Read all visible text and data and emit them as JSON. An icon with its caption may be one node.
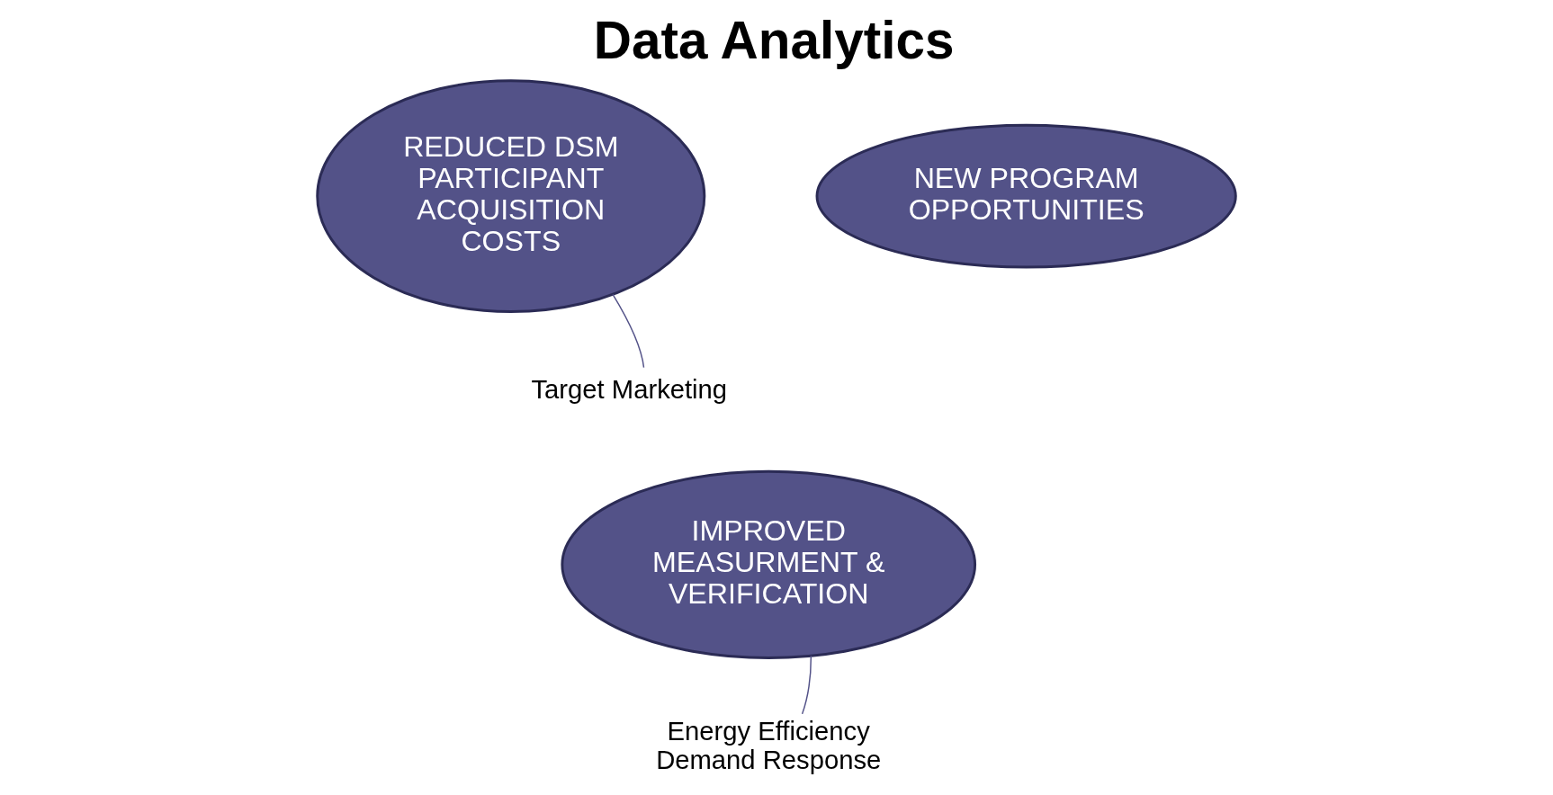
{
  "diagram": {
    "title": "Data Analytics",
    "nodes": [
      {
        "text": [
          "REDUCED DSM PARTICIPANT ACQUISITION COSTS"
        ]
      },
      {
        "text": [
          "NEW PROGRAM OPPORTUNITIES"
        ]
      },
      {
        "text": [
          "Target Marketing"
        ]
      },
      {
        "text": [
          "IMPROVED MEASURMENT & VERIFICATION"
        ]
      },
      {
        "text": [
          "Energy Efficiency",
          "Demand Response"
        ]
      }
    ],
    "edges": [
      {
        "from": 2,
        "to": 0,
        "arrow": "none"
      },
      {
        "from": 4,
        "to": 3,
        "arrow": "none"
      }
    ]
  }
}
